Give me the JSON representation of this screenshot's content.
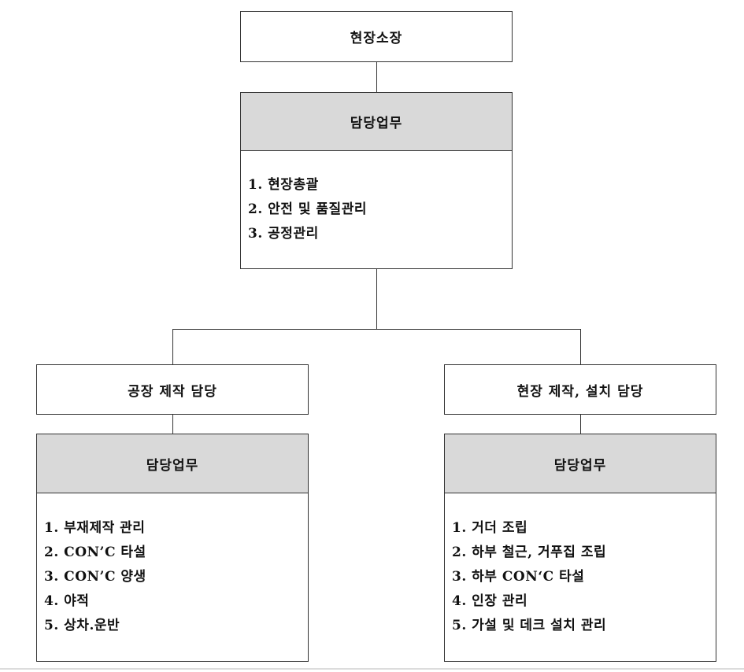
{
  "top": {
    "label": "현장소장"
  },
  "top_duties": {
    "header": "담당업무",
    "items": [
      "1. 현장총괄",
      "2. 안전 및 품질관리",
      "3. 공정관리"
    ]
  },
  "left_branch": {
    "label": "공장 제작 담당",
    "duties_header": "담당업무",
    "items": [
      "1. 부재제작 관리",
      "2. CON’C 타설",
      "3. CON’C 양생",
      "4. 야적",
      "5. 상차.운반"
    ]
  },
  "right_branch": {
    "label": "현장 제작, 설치 담당",
    "duties_header": "담당업무",
    "items": [
      "1. 거더 조립",
      "2. 하부 철근, 거푸집 조립",
      "3. 하부 CON‘C 타설",
      "4. 인장 관리",
      "5. 가설 및 데크 설치 관리"
    ]
  }
}
